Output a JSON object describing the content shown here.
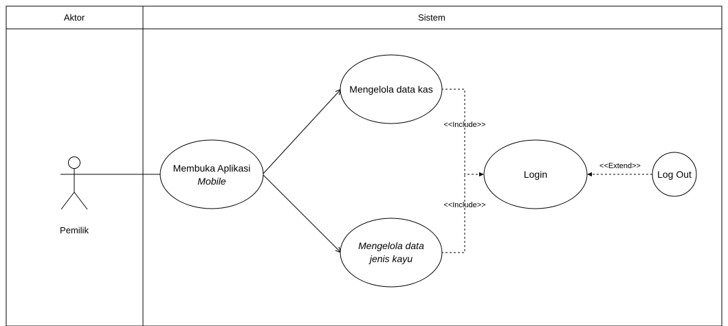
{
  "columns": {
    "actor_header": "Aktor",
    "system_header": "Sistem"
  },
  "actor": {
    "name": "Pemilik"
  },
  "use_cases": {
    "open_app_line1": "Membuka Aplikasi",
    "open_app_line2": "Mobile",
    "manage_cash": "Mengelola data kas",
    "manage_wood_line1": "Mengelola data",
    "manage_wood_line2": "jenis kayu",
    "login": "Login",
    "logout": "Log Out"
  },
  "relations": {
    "include_top": "<<Include>>",
    "include_bottom": "<<Include>>",
    "extend": "<<Extend>>"
  }
}
